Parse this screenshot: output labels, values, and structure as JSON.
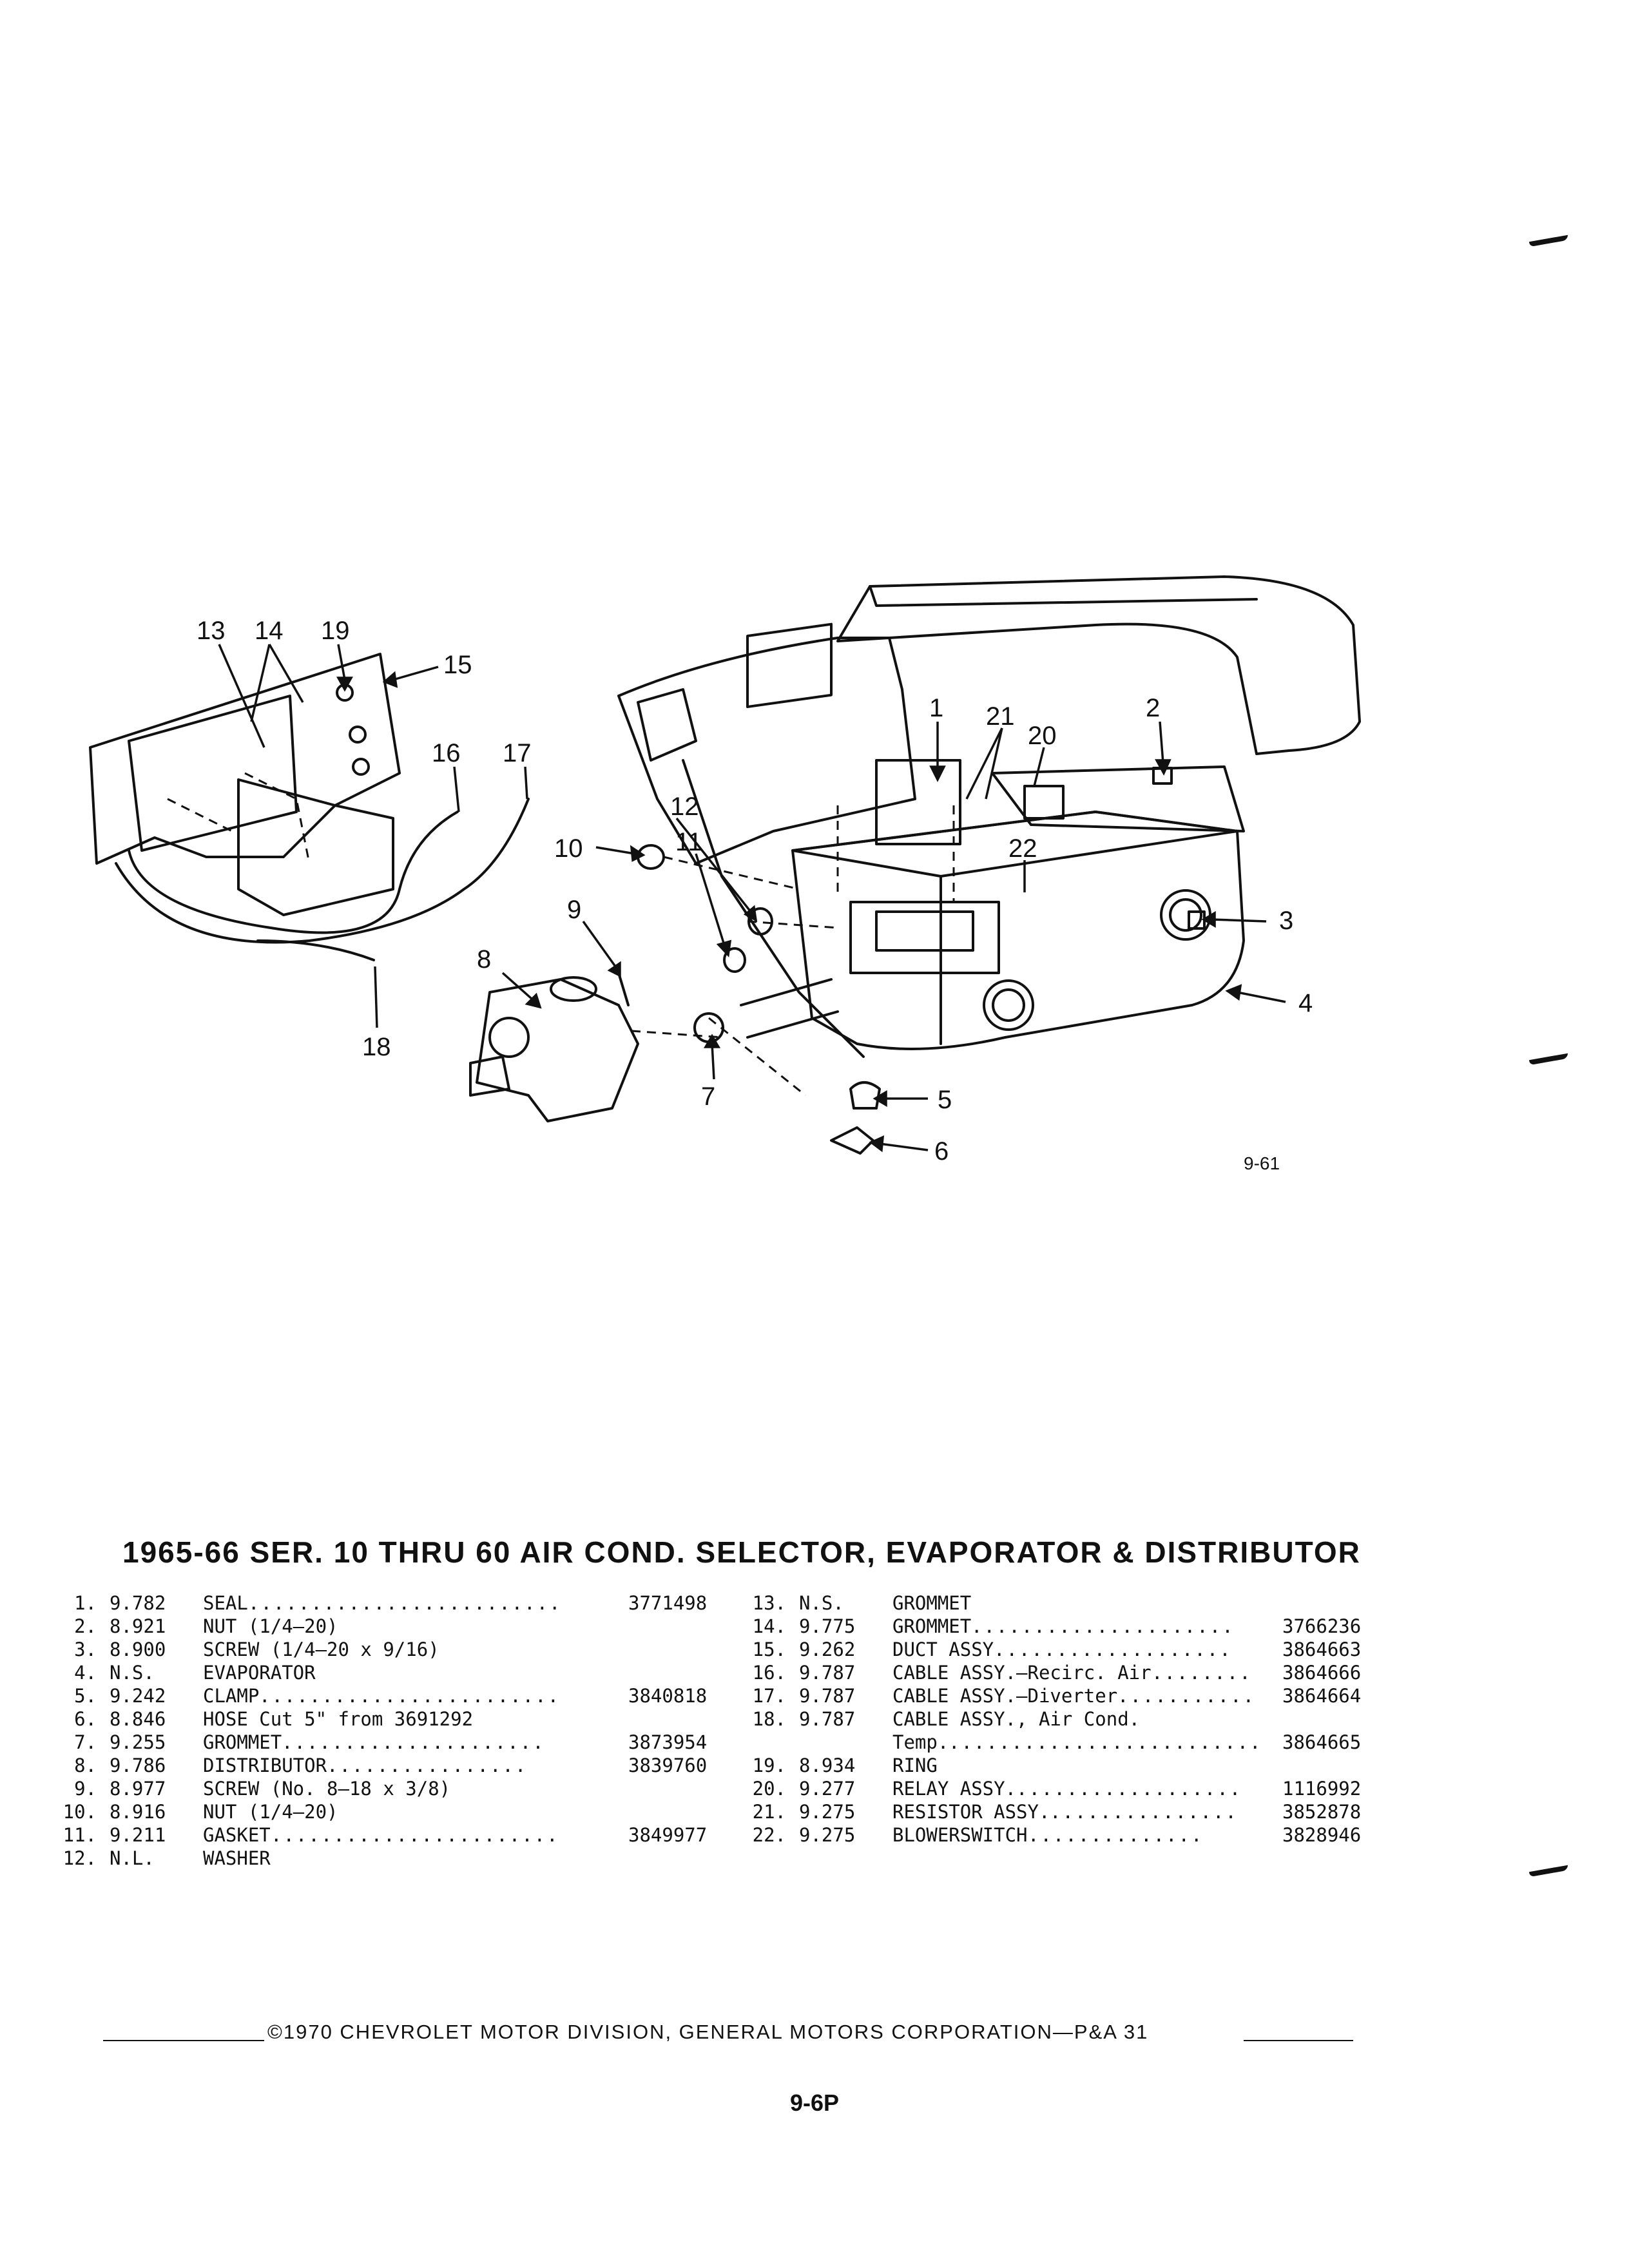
{
  "diagram": {
    "figure_code": "9-61",
    "callouts": [
      "1",
      "2",
      "3",
      "4",
      "5",
      "6",
      "7",
      "8",
      "9",
      "10",
      "11",
      "12",
      "13",
      "14",
      "15",
      "16",
      "17",
      "18",
      "19",
      "20",
      "21",
      "22"
    ]
  },
  "title": "1965-66 SER. 10 THRU 60 AIR COND. SELECTOR, EVAPORATOR & DISTRIBUTOR",
  "parts_left": [
    {
      "num": "1.",
      "group": "9.782",
      "desc": "SEAL",
      "dots": " .........................",
      "part": "3771498"
    },
    {
      "num": "2.",
      "group": "8.921",
      "desc": "NUT (1/4–20)",
      "dots": "",
      "part": ""
    },
    {
      "num": "3.",
      "group": "8.900",
      "desc": "SCREW (1/4–20 x 9/16)",
      "dots": "",
      "part": ""
    },
    {
      "num": "4.",
      "group": "N.S.",
      "desc": "EVAPORATOR",
      "dots": "",
      "part": ""
    },
    {
      "num": "5.",
      "group": "9.242",
      "desc": "CLAMP",
      "dots": " ........................",
      "part": "3840818"
    },
    {
      "num": "6.",
      "group": "8.846",
      "desc": "HOSE Cut 5\" from 3691292",
      "dots": "",
      "part": ""
    },
    {
      "num": "7.",
      "group": "9.255",
      "desc": "GROMMET",
      "dots": " .....................",
      "part": "3873954"
    },
    {
      "num": "8.",
      "group": "9.786",
      "desc": "DISTRIBUTOR",
      "dots": " ................",
      "part": "3839760"
    },
    {
      "num": "9.",
      "group": "8.977",
      "desc": "SCREW (No. 8–18 x 3/8)",
      "dots": "",
      "part": ""
    },
    {
      "num": "10.",
      "group": "8.916",
      "desc": "NUT (1/4–20)",
      "dots": "",
      "part": ""
    },
    {
      "num": "11.",
      "group": "9.211",
      "desc": "GASKET",
      "dots": " .......................",
      "part": "3849977"
    },
    {
      "num": "12.",
      "group": "N.L.",
      "desc": "WASHER",
      "dots": "",
      "part": ""
    }
  ],
  "parts_right": [
    {
      "num": "13.",
      "group": "N.S.",
      "desc": "GROMMET",
      "dots": "",
      "part": ""
    },
    {
      "num": "14.",
      "group": "9.775",
      "desc": "GROMMET",
      "dots": " .....................",
      "part": "3766236"
    },
    {
      "num": "15.",
      "group": "9.262",
      "desc": "DUCT ASSY",
      "dots": " ...................",
      "part": "3864663"
    },
    {
      "num": "16.",
      "group": "9.787",
      "desc": "CABLE ASSY.–Recirc. Air",
      "dots": " ........",
      "part": "3864666"
    },
    {
      "num": "17.",
      "group": "9.787",
      "desc": "CABLE ASSY.–Diverter",
      "dots": " ...........",
      "part": "3864664"
    },
    {
      "num": "18.",
      "group": "9.787",
      "desc": "CABLE ASSY., Air Cond.",
      "dots": "",
      "part": ""
    },
    {
      "num": "",
      "group": "",
      "desc": "Temp.",
      "dots": " .........................",
      "part": "3864665"
    },
    {
      "num": "19.",
      "group": "8.934",
      "desc": "RING",
      "dots": "",
      "part": ""
    },
    {
      "num": "20.",
      "group": "9.277",
      "desc": "RELAY ASSY.",
      "dots": " ..................",
      "part": "1116992"
    },
    {
      "num": "21.",
      "group": "9.275",
      "desc": "RESISTOR ASSY.",
      "dots": " ...............",
      "part": "3852878"
    },
    {
      "num": "22.",
      "group": "9.275",
      "desc": "BLOWERSWITCH",
      "dots": " ..............",
      "part": "3828946"
    }
  ],
  "footer": {
    "text": "©1970 CHEVROLET MOTOR DIVISION, GENERAL MOTORS CORPORATION—P&A 31"
  },
  "page_number": "9-6P"
}
